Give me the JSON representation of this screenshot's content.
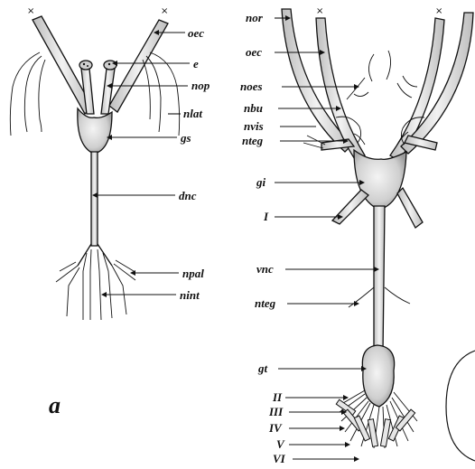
{
  "figure": {
    "panel_label": "a",
    "cut_mark": "×"
  },
  "left_labels": {
    "oec": "oec",
    "e": "e",
    "nop": "nop",
    "nlat": "nlat",
    "gs": "gs",
    "dnc": "dnc",
    "npal": "npal",
    "nint": "nint"
  },
  "right_labels": {
    "nor": "nor",
    "oec": "oec",
    "noes": "noes",
    "nbu": "nbu",
    "nvis": "nvis",
    "nteg_upper": "nteg",
    "gi": "gi",
    "I": "I",
    "vnc": "vnc",
    "nteg_lower": "nteg",
    "gt": "gt",
    "II": "II",
    "III": "III",
    "IV": "IV",
    "V": "V",
    "VI": "VI"
  },
  "colors": {
    "ink": "#111111",
    "shade": "#d9d9d9",
    "paper": "#ffffff"
  }
}
